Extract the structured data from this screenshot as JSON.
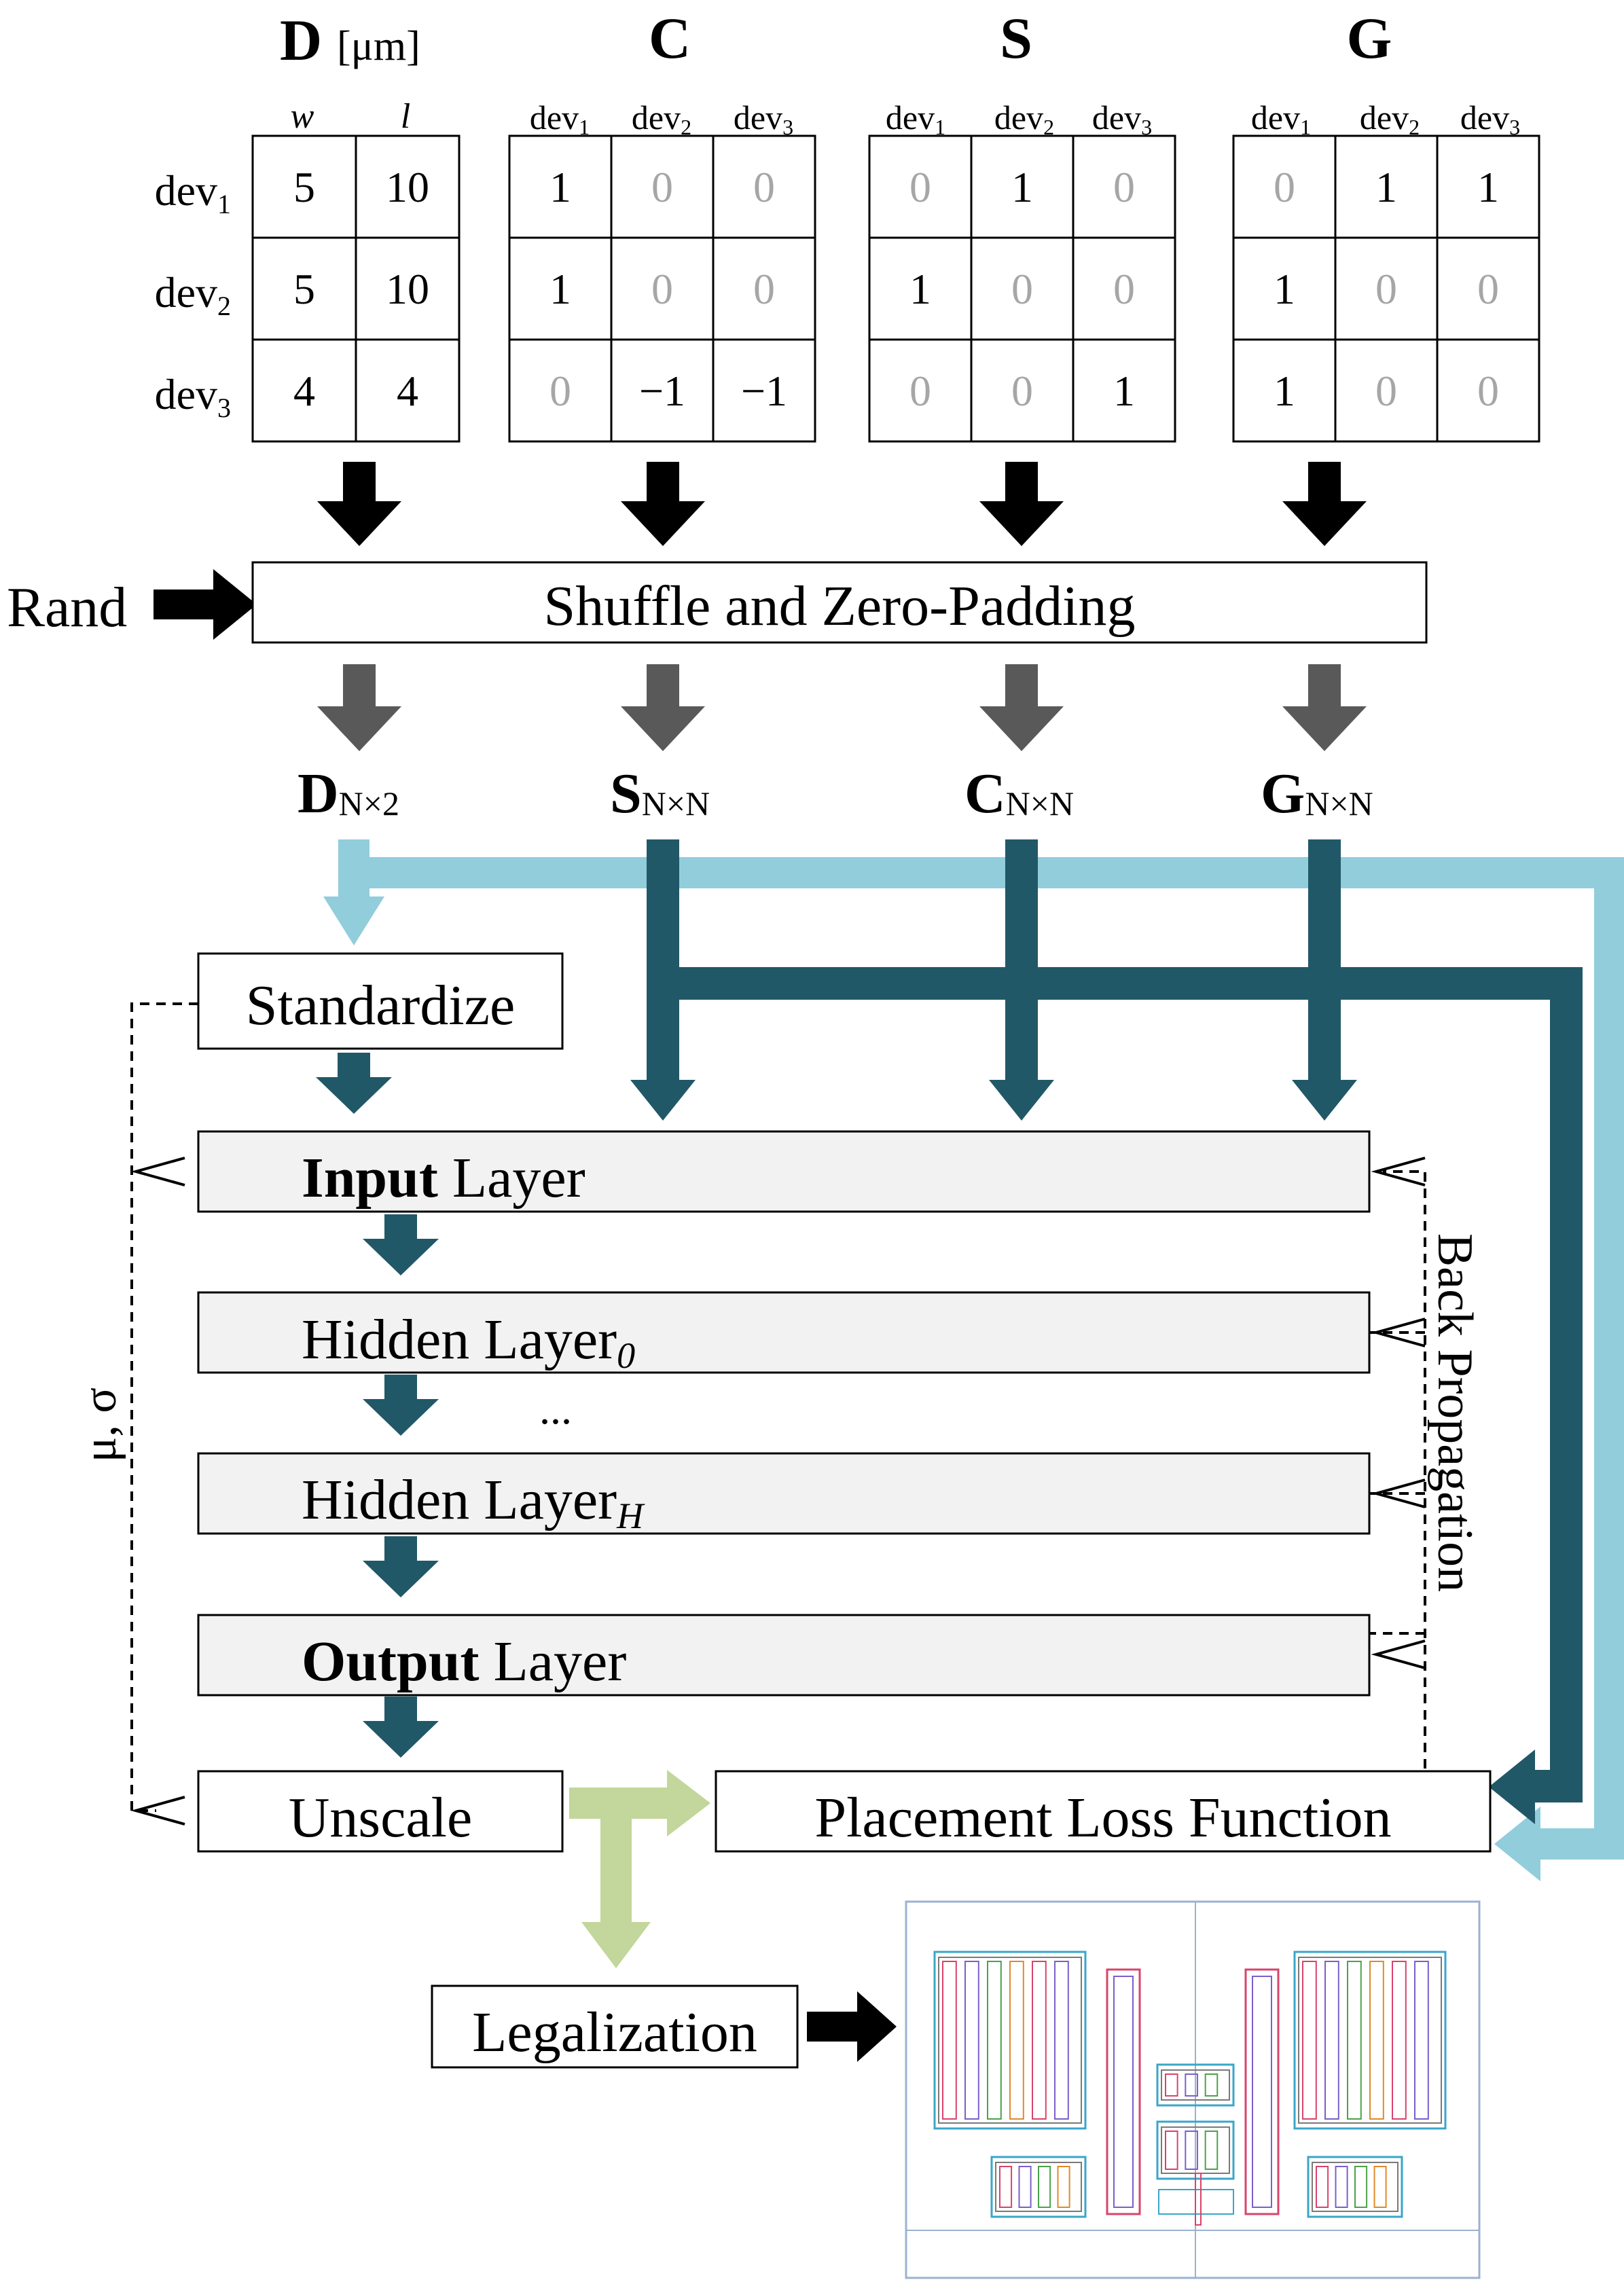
{
  "matrices": {
    "D": {
      "title": "D",
      "unit": "[μm]",
      "col_headers": [
        "w",
        "l"
      ],
      "row_headers": [
        {
          "base": "dev",
          "sub": "1"
        },
        {
          "base": "dev",
          "sub": "2"
        },
        {
          "base": "dev",
          "sub": "3"
        }
      ],
      "cells": [
        [
          {
            "v": "5",
            "active": true
          },
          {
            "v": "10",
            "active": true
          }
        ],
        [
          {
            "v": "5",
            "active": true
          },
          {
            "v": "10",
            "active": true
          }
        ],
        [
          {
            "v": "4",
            "active": true
          },
          {
            "v": "4",
            "active": true
          }
        ]
      ]
    },
    "C": {
      "title": "C",
      "col_headers": [
        {
          "base": "dev",
          "sub": "1"
        },
        {
          "base": "dev",
          "sub": "2"
        },
        {
          "base": "dev",
          "sub": "3"
        }
      ],
      "cells": [
        [
          {
            "v": "1",
            "active": true
          },
          {
            "v": "0",
            "active": false
          },
          {
            "v": "0",
            "active": false
          }
        ],
        [
          {
            "v": "1",
            "active": true
          },
          {
            "v": "0",
            "active": false
          },
          {
            "v": "0",
            "active": false
          }
        ],
        [
          {
            "v": "0",
            "active": false
          },
          {
            "v": "−1",
            "active": true
          },
          {
            "v": "−1",
            "active": true
          }
        ]
      ]
    },
    "S": {
      "title": "S",
      "col_headers": [
        {
          "base": "dev",
          "sub": "1"
        },
        {
          "base": "dev",
          "sub": "2"
        },
        {
          "base": "dev",
          "sub": "3"
        }
      ],
      "cells": [
        [
          {
            "v": "0",
            "active": false
          },
          {
            "v": "1",
            "active": true
          },
          {
            "v": "0",
            "active": false
          }
        ],
        [
          {
            "v": "1",
            "active": true
          },
          {
            "v": "0",
            "active": false
          },
          {
            "v": "0",
            "active": false
          }
        ],
        [
          {
            "v": "0",
            "active": false
          },
          {
            "v": "0",
            "active": false
          },
          {
            "v": "1",
            "active": true
          }
        ]
      ]
    },
    "G": {
      "title": "G",
      "col_headers": [
        {
          "base": "dev",
          "sub": "1"
        },
        {
          "base": "dev",
          "sub": "2"
        },
        {
          "base": "dev",
          "sub": "3"
        }
      ],
      "cells": [
        [
          {
            "v": "0",
            "active": false
          },
          {
            "v": "1",
            "active": true
          },
          {
            "v": "1",
            "active": true
          }
        ],
        [
          {
            "v": "1",
            "active": true
          },
          {
            "v": "0",
            "active": false
          },
          {
            "v": "0",
            "active": false
          }
        ],
        [
          {
            "v": "1",
            "active": true
          },
          {
            "v": "0",
            "active": false
          },
          {
            "v": "0",
            "active": false
          }
        ]
      ]
    }
  },
  "rand_label": "Rand",
  "shuffle_label": "Shuffle and Zero-Padding",
  "padded_outputs": [
    {
      "base": "D",
      "sub": "N×2"
    },
    {
      "base": "S",
      "sub": "N×N"
    },
    {
      "base": "C",
      "sub": "N×N"
    },
    {
      "base": "G",
      "sub": "N×N"
    }
  ],
  "standardize_label": "Standardize",
  "layers": {
    "input": {
      "bold": "Input",
      "rest": " Layer"
    },
    "hidden0": {
      "base": "Hidden Layer",
      "sub": "0"
    },
    "ellipsis": "...",
    "hiddenH": {
      "base": "Hidden Layer",
      "sub": "H"
    },
    "output": {
      "bold": "Output",
      "rest": " Layer"
    }
  },
  "mu_sigma_label": "μ, σ",
  "back_propagation_label": "Back Propagation",
  "unscale_label": "Unscale",
  "loss_label": "Placement Loss Function",
  "legalization_label": "Legalization",
  "colors": {
    "black_arrow": "#000000",
    "gray_arrow": "#595959",
    "dark_teal": "#215868",
    "light_blue": "#92cddc",
    "light_green": "#c3d69b",
    "layer_fill": "#f2f2f2",
    "inactive_value": "#a6a6a6"
  }
}
